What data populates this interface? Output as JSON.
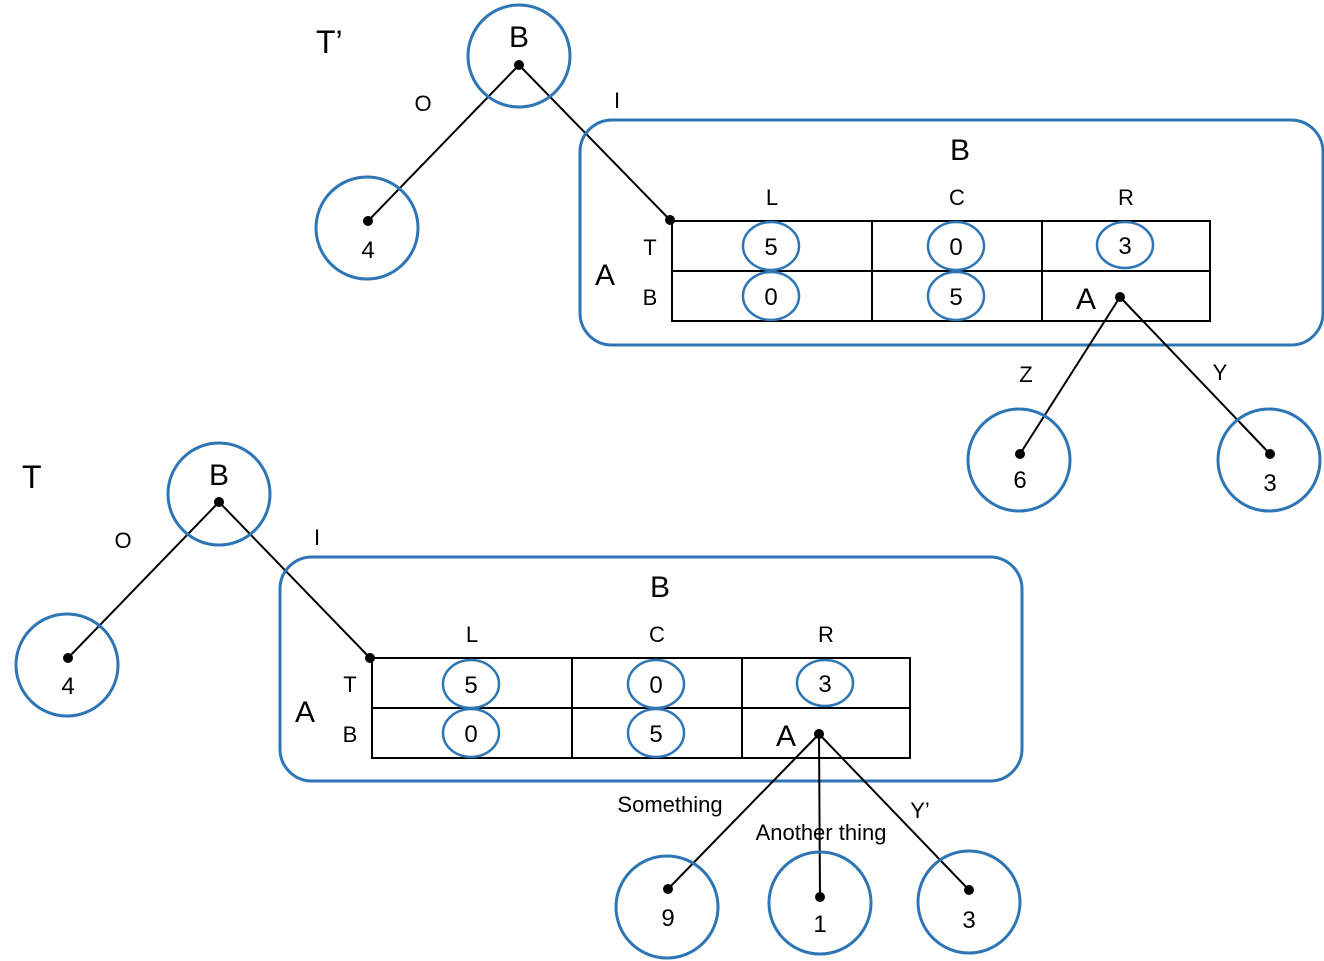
{
  "colors": {
    "accent": "#2e75b6",
    "line": "#000000"
  },
  "trees": [
    {
      "title": "T’",
      "root_label": "B",
      "edge_out_label": "O",
      "edge_in_label": "I",
      "leaf_out_value": "4",
      "box_player": "B",
      "row_player": "A",
      "cols": [
        "L",
        "C",
        "R"
      ],
      "rows": [
        "T",
        "B"
      ],
      "cells": [
        [
          "5",
          "0",
          "3"
        ],
        [
          "0",
          "5",
          ""
        ]
      ],
      "sub_node_label": "A",
      "sub_edges": [
        "Z",
        "Y"
      ],
      "sub_leaves": [
        "6",
        "3"
      ]
    },
    {
      "title": "T",
      "root_label": "B",
      "edge_out_label": "O",
      "edge_in_label": "I",
      "leaf_out_value": "4",
      "box_player": "B",
      "row_player": "A",
      "cols": [
        "L",
        "C",
        "R"
      ],
      "rows": [
        "T",
        "B"
      ],
      "cells": [
        [
          "5",
          "0",
          "3"
        ],
        [
          "0",
          "5",
          ""
        ]
      ],
      "sub_node_label": "A",
      "sub_edges": [
        "Something",
        "Another thing",
        "Y’"
      ],
      "sub_leaves": [
        "9",
        "1",
        "3"
      ]
    }
  ]
}
